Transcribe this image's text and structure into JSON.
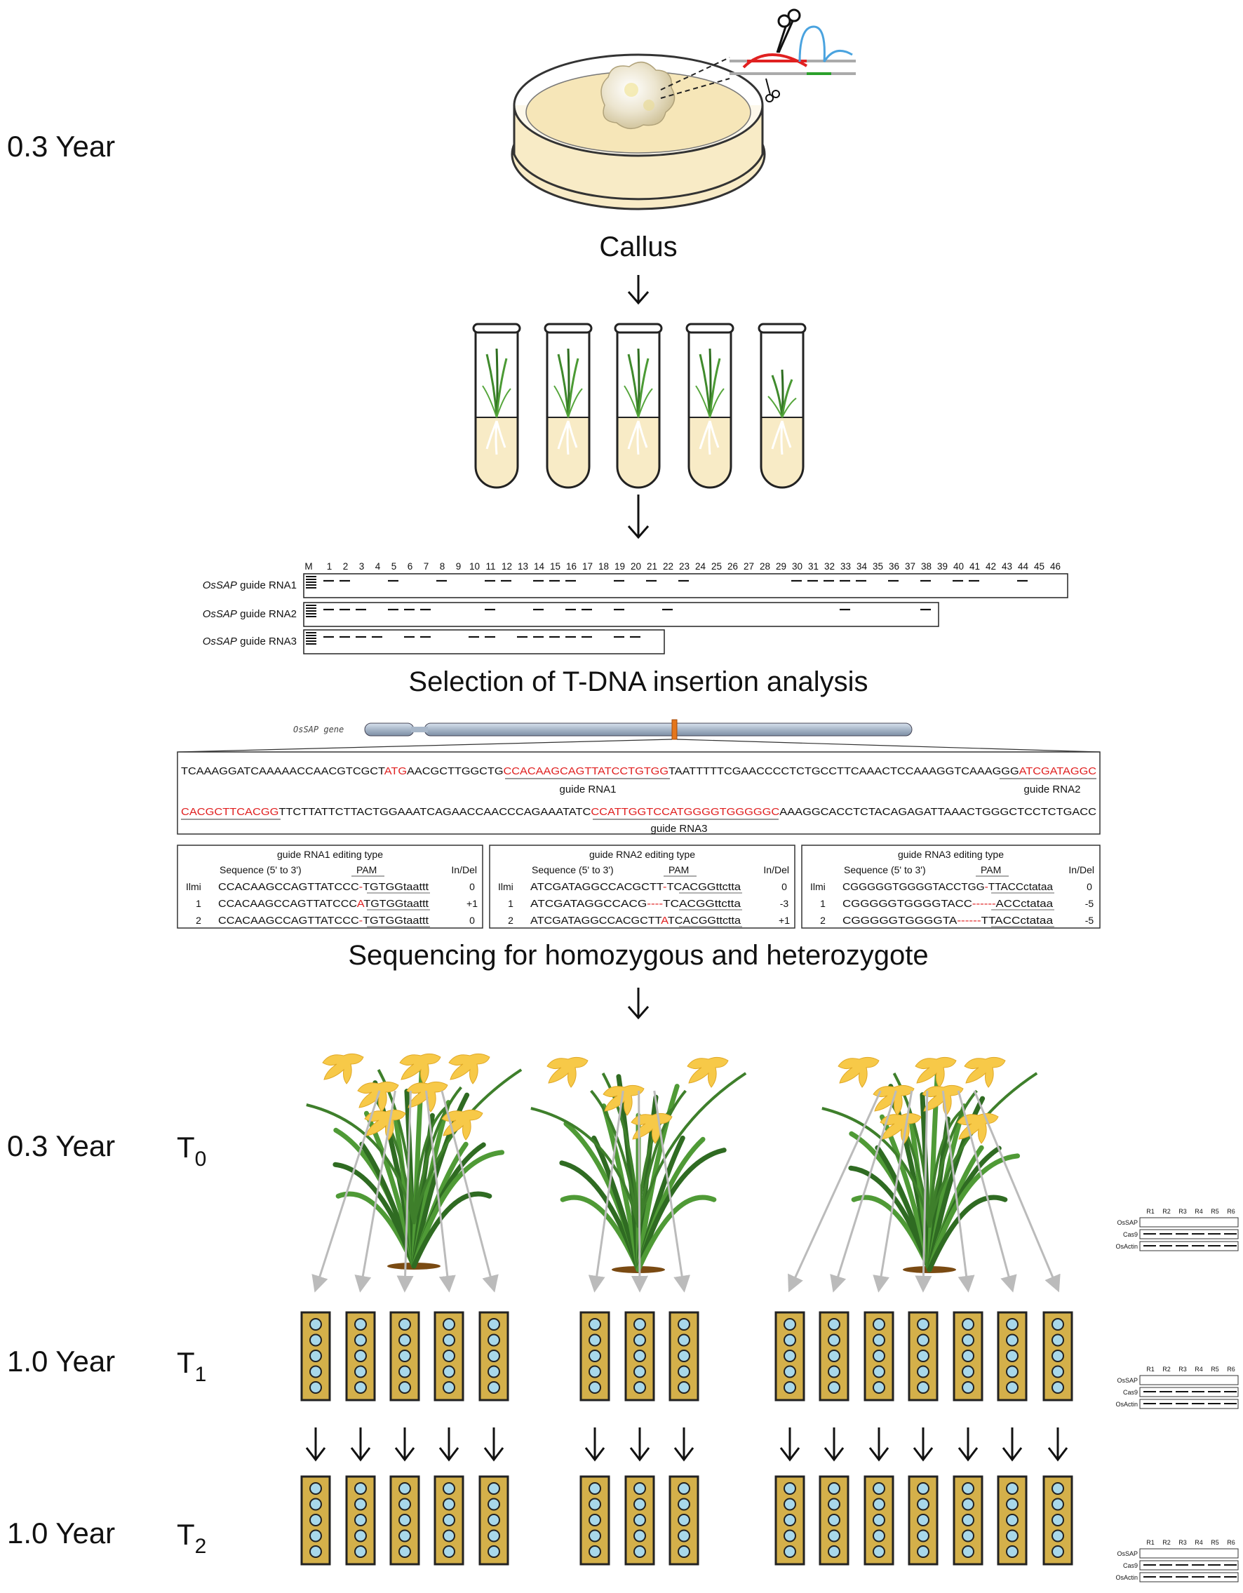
{
  "timeline": {
    "row0": {
      "time": "0.3 Year"
    },
    "t0": {
      "time": "0.3 Year",
      "gen": "T",
      "sub": "0"
    },
    "t1": {
      "time": "1.0 Year",
      "gen": "T",
      "sub": "1"
    },
    "t2": {
      "time": "1.0 Year",
      "gen": "T",
      "sub": "2"
    }
  },
  "labels": {
    "callus": "Callus",
    "selection": "Selection of T-DNA insertion analysis",
    "sequencing": "Sequencing for homozygous and heterozygote"
  },
  "gel": {
    "header": [
      "M",
      "1",
      "2",
      "3",
      "4",
      "5",
      "6",
      "7",
      "8",
      "9",
      "10",
      "11",
      "12",
      "13",
      "14",
      "15",
      "16",
      "17",
      "18",
      "19",
      "20",
      "21",
      "22",
      "23",
      "24",
      "25",
      "26",
      "27",
      "28",
      "29",
      "30",
      "31",
      "32",
      "33",
      "34",
      "35",
      "36",
      "37",
      "38",
      "39",
      "40",
      "41",
      "42",
      "43",
      "44",
      "45",
      "46"
    ],
    "rows": [
      {
        "gene": "OsSAP",
        "label": " guide RNA1",
        "lanes": 46,
        "bands": [
          1,
          2,
          5,
          8,
          11,
          12,
          14,
          15,
          16,
          19,
          21,
          23,
          30,
          31,
          32,
          33,
          34,
          36,
          38,
          40,
          41,
          44
        ]
      },
      {
        "gene": "OsSAP",
        "label": " guide RNA2",
        "lanes": 38,
        "bands": [
          1,
          2,
          3,
          5,
          6,
          7,
          11,
          14,
          16,
          17,
          19,
          22,
          33,
          38
        ]
      },
      {
        "gene": "OsSAP",
        "label": " guide RNA3",
        "lanes": 21,
        "bands": [
          1,
          2,
          3,
          4,
          6,
          7,
          10,
          11,
          13,
          14,
          15,
          16,
          17,
          19,
          20
        ]
      }
    ]
  },
  "gene_map": {
    "label": "OsSAP gene"
  },
  "sequence": {
    "line1": [
      {
        "t": "TCAAAGGATCAAAAACCAACGTCGCT",
        "red": false
      },
      {
        "t": "ATG",
        "red": true
      },
      {
        "t": "AACGCTTGGCTG",
        "red": false
      },
      {
        "t": "CCACAAGCAGTTATCCTGTGG",
        "red": true
      },
      {
        "t": "TAATTTTTCGAACCCCTCTGCCTTCAAACTCCAAAGGTCAAAGGG",
        "red": false
      },
      {
        "t": "ATCGATAGGC",
        "red": true
      }
    ],
    "line2": [
      {
        "t": "CACGCTTCACGG",
        "red": true
      },
      {
        "t": "TTCTTATTCTTACTGGAAATCAGAACCAACCCAGAAATATC",
        "red": false
      },
      {
        "t": "CCATTGGTCCATGGGGTGGGGGC",
        "red": true
      },
      {
        "t": "AAAGGCACCTCTACAGAGATTAAACTGGGCTCCTCTGACC",
        "red": false
      }
    ],
    "guide1": "guide RNA1",
    "guide2": "guide RNA2",
    "guide3": "guide RNA3"
  },
  "editing": [
    {
      "title": "guide RNA1 editing type",
      "col_seq": "Sequence (5' to 3')",
      "col_pam": "PAM",
      "col_indel": "In/Del",
      "rows": [
        {
          "id": "Ilmi",
          "parts": [
            {
              "t": "CCACAAGCCAGTTATCCC",
              "red": false
            },
            {
              "t": "-",
              "red": true
            },
            {
              "t": "TGTGGtaattt",
              "red": false
            }
          ],
          "indel": "0"
        },
        {
          "id": "1",
          "parts": [
            {
              "t": "CCACAAGCCAGTTATCCC",
              "red": false
            },
            {
              "t": "A",
              "red": true
            },
            {
              "t": "TGTGGtaattt",
              "red": false
            }
          ],
          "indel": "+1"
        },
        {
          "id": "2",
          "parts": [
            {
              "t": "CCACAAGCCAGTTATCCC",
              "red": false
            },
            {
              "t": "-",
              "red": true
            },
            {
              "t": "TGTGGtaattt",
              "red": false
            }
          ],
          "indel": "0"
        }
      ]
    },
    {
      "title": "guide RNA2 editing type",
      "col_seq": "Sequence (5' to 3')",
      "col_pam": "PAM",
      "col_indel": "In/Del",
      "rows": [
        {
          "id": "Ilmi",
          "parts": [
            {
              "t": "ATCGATAGGCCACGCTT",
              "red": false
            },
            {
              "t": "-",
              "red": true
            },
            {
              "t": "TCACGGttctta",
              "red": false
            }
          ],
          "indel": "0"
        },
        {
          "id": "1",
          "parts": [
            {
              "t": "ATCGATAGGCCACG",
              "red": false
            },
            {
              "t": "----",
              "red": true
            },
            {
              "t": "TCACGGttctta",
              "red": false
            }
          ],
          "indel": "-3"
        },
        {
          "id": "2",
          "parts": [
            {
              "t": "ATCGATAGGCCACGCTT",
              "red": false
            },
            {
              "t": "A",
              "red": true
            },
            {
              "t": "TCACGGttctta",
              "red": false
            }
          ],
          "indel": "+1"
        }
      ]
    },
    {
      "title": "guide RNA3 editing type",
      "col_seq": "Sequence (5' to 3')",
      "col_pam": "PAM",
      "col_indel": "In/Del",
      "rows": [
        {
          "id": "Ilmi",
          "parts": [
            {
              "t": "CGGGGGTGGGGTACCTGG",
              "red": false
            },
            {
              "t": "-",
              "red": true
            },
            {
              "t": "TTACCctataa",
              "red": false
            }
          ],
          "indel": "0"
        },
        {
          "id": "1",
          "parts": [
            {
              "t": "CGGGGGTGGGGTACC",
              "red": false
            },
            {
              "t": "------",
              "red": true
            },
            {
              "t": "ACCctataa",
              "red": false
            }
          ],
          "indel": "-5"
        },
        {
          "id": "2",
          "parts": [
            {
              "t": "CGGGGGTGGGGTA",
              "red": false
            },
            {
              "t": "------",
              "red": true
            },
            {
              "t": "TTACCctataa",
              "red": false
            }
          ],
          "indel": "-5"
        }
      ]
    }
  ],
  "mini_gel": {
    "lanes": [
      "R1",
      "R2",
      "R3",
      "R4",
      "R5",
      "R6"
    ],
    "rows": [
      "OsSAP",
      "Cas9",
      "OsActin"
    ]
  },
  "plants": {
    "groups": [
      {
        "count": 5
      },
      {
        "count": 3
      },
      {
        "count": 7
      }
    ]
  },
  "colors": {
    "accent_red": "#e02020",
    "panel_gold": "#d4b04a",
    "well_blue": "#a8d8ea",
    "agar": "#f8ebc6",
    "leaf": "#3f8a2c",
    "panicle": "#f7c948"
  }
}
